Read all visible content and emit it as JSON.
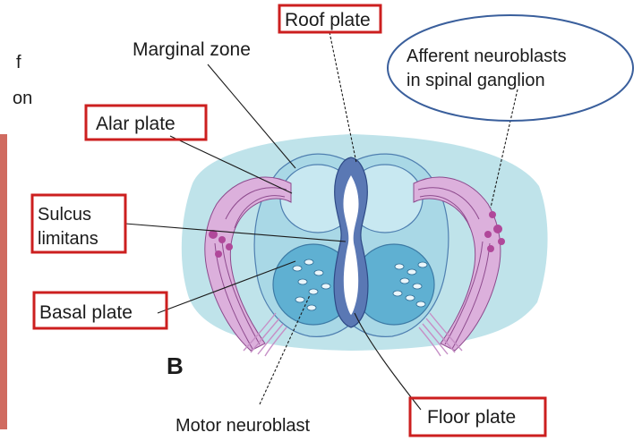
{
  "figure": {
    "panel_letter": "B",
    "cropped_fragments": [
      "f",
      "on"
    ],
    "labels": {
      "roof_plate": "Roof plate",
      "marginal_zone": "Marginal zone",
      "afferent_line1": "Afferent neuroblasts",
      "afferent_line2": "in spinal ganglion",
      "alar_plate": "Alar plate",
      "sulcus_line1": "Sulcus",
      "sulcus_line2": "limitans",
      "basal_plate": "Basal plate",
      "motor_neuroblast": "Motor neuroblast",
      "floor_plate": "Floor plate"
    }
  },
  "colors": {
    "highlight_box": "#cc1f1f",
    "callout_ellipse": "#3a5f9c",
    "outer_tissue": "#bfe3ea",
    "mantle": "#a9d8e6",
    "alar": "#c8e8f1",
    "basal": "#5fb0d2",
    "ependyma": "#5a78b4",
    "ganglion": "#dcb0dc",
    "ganglion_cell": "#b0489a",
    "left_stripe": "#c0392b"
  }
}
